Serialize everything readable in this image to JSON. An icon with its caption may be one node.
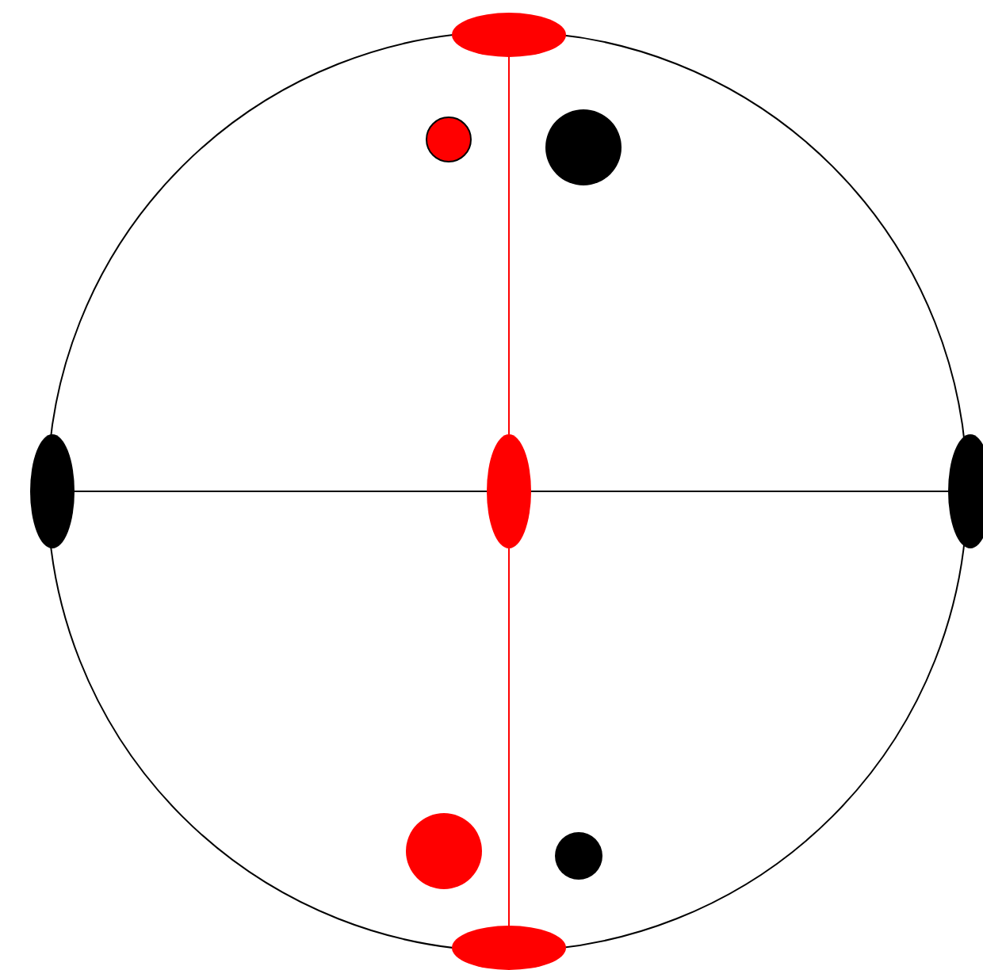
{
  "diagram": {
    "nodes": [
      {
        "text": [],
        "shape": "circle"
      },
      {
        "text": [],
        "shape": "ellipse"
      },
      {
        "text": [],
        "shape": "circle",
        "in": 0
      },
      {
        "text": [],
        "shape": "circle",
        "in": 0
      },
      {
        "text": [],
        "shape": "ellipse"
      },
      {
        "text": [],
        "shape": "ellipse",
        "in": 0
      },
      {
        "text": [],
        "shape": "ellipse"
      },
      {
        "text": [],
        "shape": "circle",
        "in": 0
      },
      {
        "text": [],
        "shape": "circle",
        "in": 0
      },
      {
        "text": [],
        "shape": "ellipse"
      }
    ],
    "edges": [
      {
        "from": 1,
        "to": 5,
        "arrow": "none",
        "color": "#ff0000"
      },
      {
        "from": 5,
        "to": 9,
        "arrow": "none",
        "color": "#ff0000"
      },
      {
        "from": 4,
        "to": 5,
        "arrow": "none",
        "color": "#000000"
      },
      {
        "from": 5,
        "to": 6,
        "arrow": "none",
        "color": "#000000"
      }
    ]
  }
}
